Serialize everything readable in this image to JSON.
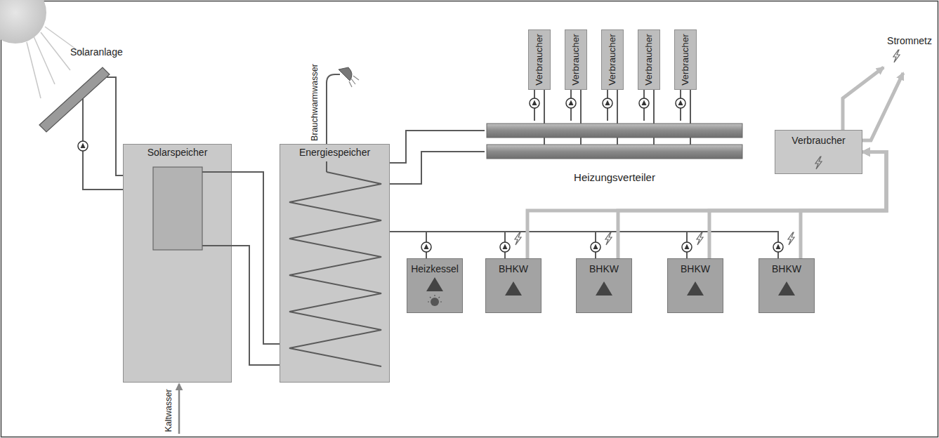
{
  "diagram": {
    "nodes": [
      {
        "text": [
          "Solaranlage"
        ]
      },
      {
        "text": [
          "Solarspeicher"
        ]
      },
      {
        "text": [
          "Energiespeicher"
        ]
      },
      {
        "text": [
          "Heizungsverteiler"
        ]
      },
      {
        "text": [
          "Verbraucher"
        ]
      },
      {
        "text": [
          "Verbraucher"
        ]
      },
      {
        "text": [
          "Verbraucher"
        ]
      },
      {
        "text": [
          "Verbraucher"
        ]
      },
      {
        "text": [
          "Verbraucher"
        ]
      },
      {
        "text": [
          "Verbraucher"
        ]
      },
      {
        "text": [
          "Heizkessel"
        ]
      },
      {
        "text": [
          "BHKW"
        ]
      },
      {
        "text": [
          "BHKW"
        ]
      },
      {
        "text": [
          "BHKW"
        ]
      },
      {
        "text": [
          "BHKW"
        ]
      }
    ],
    "edges": [
      {
        "from": 0,
        "to": 1,
        "arrow": "none"
      },
      {
        "from": 1,
        "to": 2,
        "arrow": "none"
      },
      {
        "from": 2,
        "to": 3,
        "arrow": "none"
      },
      {
        "from": 2,
        "to": 3,
        "arrow": "none"
      },
      {
        "from": 3,
        "to": 4,
        "arrow": "none"
      },
      {
        "from": 3,
        "to": 5,
        "arrow": "none"
      },
      {
        "from": 3,
        "to": 6,
        "arrow": "none"
      },
      {
        "from": 3,
        "to": 7,
        "arrow": "none"
      },
      {
        "from": 3,
        "to": 8,
        "arrow": "none"
      },
      {
        "from": 10,
        "to": 2,
        "arrow": "none"
      },
      {
        "from": 11,
        "to": 2,
        "arrow": "none"
      },
      {
        "from": 12,
        "to": 2,
        "arrow": "none"
      },
      {
        "from": 13,
        "to": 2,
        "arrow": "none"
      },
      {
        "from": 14,
        "to": 2,
        "arrow": "none"
      },
      {
        "from": 11,
        "to": 9,
        "arrow": "to"
      },
      {
        "from": 12,
        "to": 9,
        "arrow": "to"
      },
      {
        "from": 13,
        "to": 9,
        "arrow": "to"
      },
      {
        "from": 14,
        "to": 9,
        "arrow": "to"
      }
    ],
    "labels": [
      "Brauchwarmwasser",
      "Kaltwasser",
      "Stromnetz"
    ]
  }
}
